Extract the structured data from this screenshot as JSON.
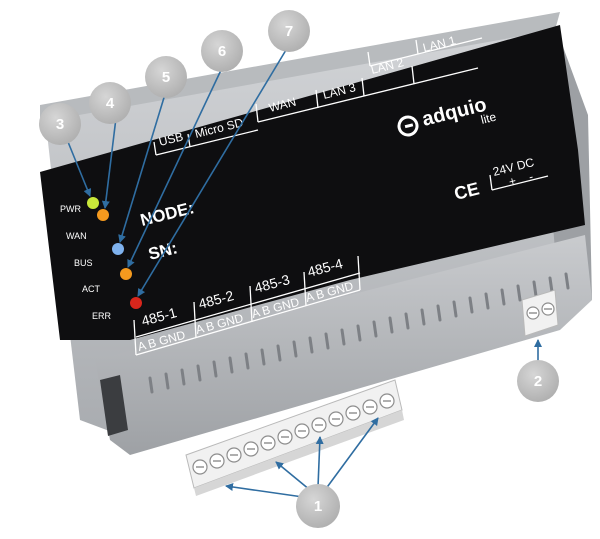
{
  "device": {
    "brand": "adquio",
    "model": "lite",
    "ce_mark": "CE",
    "fields": {
      "node": "NODE:",
      "sn": "SN:"
    },
    "top_ports": [
      "WAN",
      "LAN 3",
      "LAN 2",
      "LAN 1"
    ],
    "usb_ports": [
      "USB",
      "Micro SD"
    ],
    "power": {
      "label": "24V DC",
      "plus": "+",
      "minus": "-"
    },
    "leds": [
      {
        "label": "PWR",
        "color": "#c9e83a"
      },
      {
        "label": "WAN",
        "color": "#f59a1e"
      },
      {
        "label": "BUS",
        "color": "#7fb2ee"
      },
      {
        "label": "ACT",
        "color": "#f59a1e"
      },
      {
        "label": "ERR",
        "color": "#d9261c"
      }
    ],
    "rs485": [
      {
        "name": "485-1",
        "pins": "A B GND"
      },
      {
        "name": "485-2",
        "pins": "A B GND"
      },
      {
        "name": "485-3",
        "pins": "A B GND"
      },
      {
        "name": "485-4",
        "pins": "A B GND"
      }
    ]
  },
  "callouts": [
    "1",
    "2",
    "3",
    "4",
    "5",
    "6",
    "7"
  ],
  "colors": {
    "case": "#c4c6c9",
    "panel": "#0e0e10",
    "callout": "#bdbdbd",
    "arrow": "#2f6da1"
  }
}
